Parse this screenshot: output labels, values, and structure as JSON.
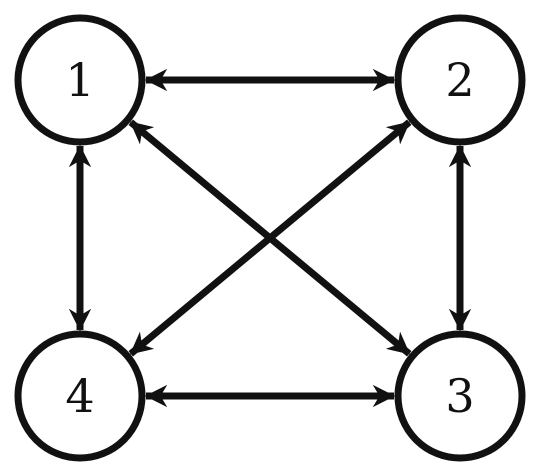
{
  "diagram": {
    "type": "directed-graph",
    "nodes": [
      {
        "id": "1",
        "label": "1"
      },
      {
        "id": "2",
        "label": "2"
      },
      {
        "id": "3",
        "label": "3"
      },
      {
        "id": "4",
        "label": "4"
      }
    ],
    "edges": [
      {
        "from": "1",
        "to": "2",
        "direction": "both"
      },
      {
        "from": "1",
        "to": "3",
        "direction": "both"
      },
      {
        "from": "1",
        "to": "4",
        "direction": "both"
      },
      {
        "from": "2",
        "to": "3",
        "direction": "both"
      },
      {
        "from": "2",
        "to": "4",
        "direction": "both"
      },
      {
        "from": "4",
        "to": "3",
        "direction": "both"
      }
    ],
    "colors": {
      "stroke": "#111111",
      "fill": "#ffffff"
    }
  }
}
